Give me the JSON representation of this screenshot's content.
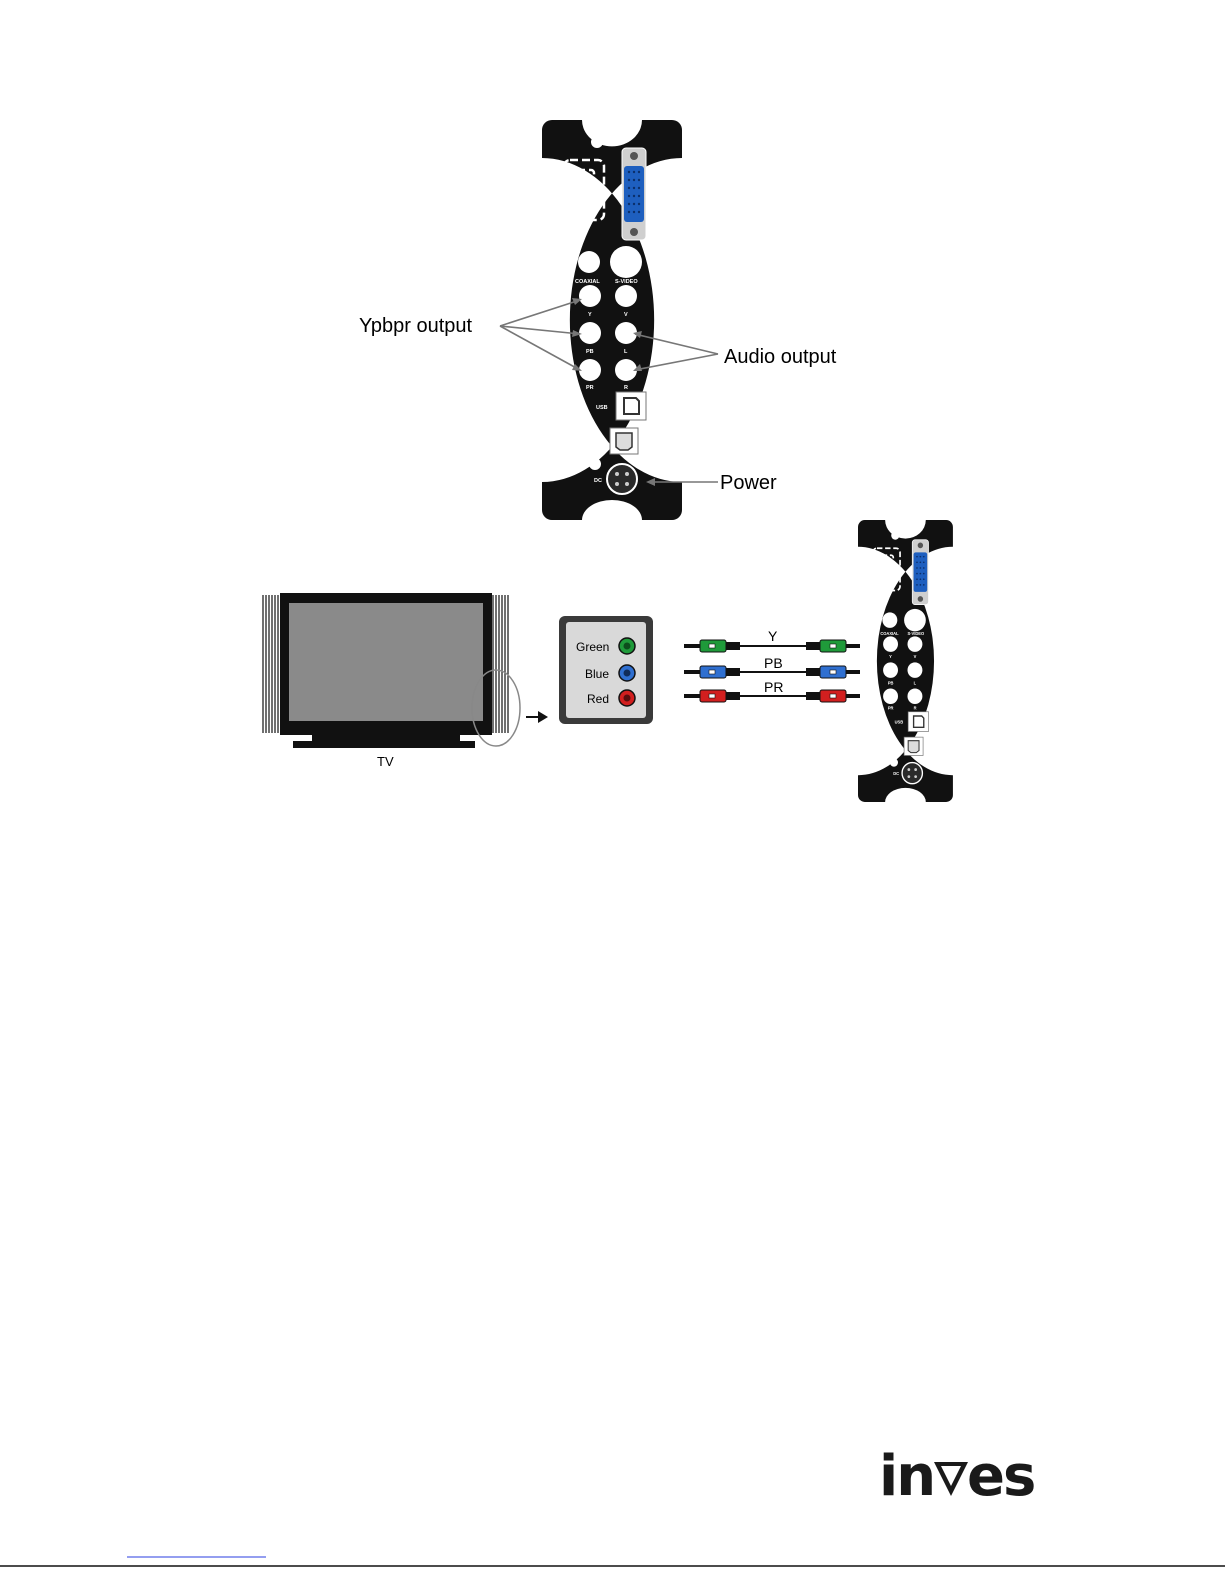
{
  "callouts": {
    "ypbpr": "Ypbpr output",
    "audio": "Audio output",
    "power": "Power"
  },
  "panel_labels": {
    "vga": "VGA",
    "coaxial": "COAXIAL",
    "svideo": "S-VIDEO",
    "y": "Y",
    "v": "V",
    "pb": "PB",
    "l": "L",
    "pr": "PR",
    "r": "R",
    "usb": "USB",
    "optical": "OPTICAL",
    "dc": "DC"
  },
  "tv": {
    "label": "TV"
  },
  "tv_inputs": {
    "green": "Green",
    "blue": "Blue",
    "red": "Red"
  },
  "cables": {
    "y": "Y",
    "pb": "PB",
    "pr": "PR"
  },
  "colors": {
    "green": "#1f9a3a",
    "blue": "#2f6fd0",
    "red": "#d21f1f",
    "panel": "#111111",
    "vga_blue": "#1e5fbf"
  },
  "logo": "inves"
}
